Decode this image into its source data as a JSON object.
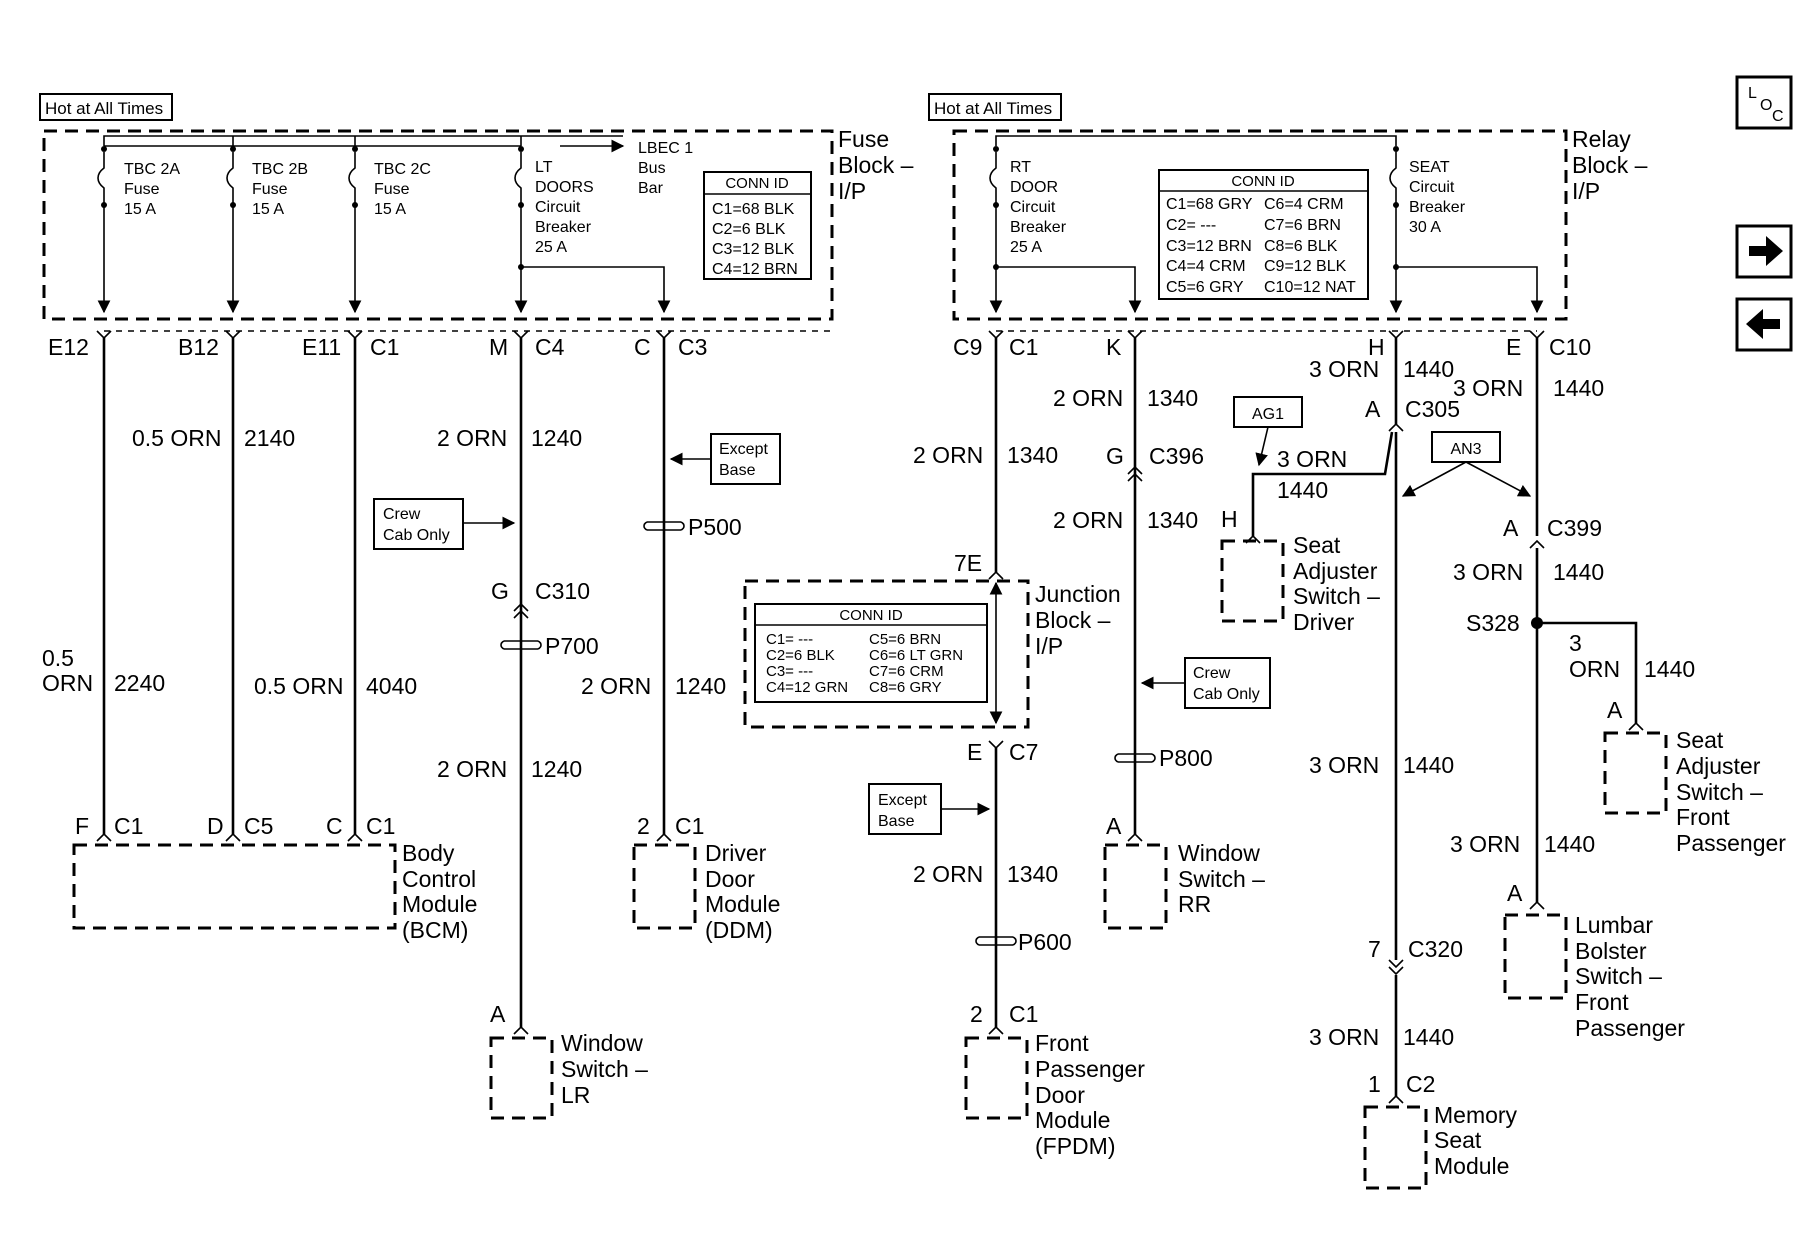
{
  "diagram": {
    "hot_label": "Hot at All Times",
    "fuse_block_label": [
      "Fuse",
      "Block –",
      "I/P"
    ],
    "relay_block_label": [
      "Relay",
      "Block –",
      "I/P"
    ],
    "junction_block_label": [
      "Junction",
      "Block –",
      "I/P"
    ],
    "fuses": [
      {
        "lines": [
          "TBC 2A",
          "Fuse",
          "15 A"
        ]
      },
      {
        "lines": [
          "TBC 2B",
          "Fuse",
          "15 A"
        ]
      },
      {
        "lines": [
          "TBC 2C",
          "Fuse",
          "15 A"
        ]
      }
    ],
    "lt_breaker": [
      "LT",
      "DOORS",
      "Circuit",
      "Breaker",
      "25 A"
    ],
    "lbec": [
      "LBEC 1",
      "Bus",
      "Bar"
    ],
    "rt_breaker": [
      "RT",
      "DOOR",
      "Circuit",
      "Breaker",
      "25 A"
    ],
    "seat_breaker": [
      "SEAT",
      "Circuit",
      "Breaker",
      "30 A"
    ],
    "conn_fuse": {
      "title": "CONN ID",
      "rows": [
        "C1=68 BLK",
        "C2=6 BLK",
        "C3=12 BLK",
        "C4=12 BRN"
      ]
    },
    "conn_relay": {
      "title": "CONN ID",
      "left": [
        "C1=68 GRY",
        "C2= ---",
        "C3=12 BRN",
        "C4=4 CRM",
        "C5=6 GRY"
      ],
      "right": [
        "C6=4 CRM",
        "C7=6 BRN",
        "C8=6 BLK",
        "C9=12 BLK",
        "C10=12 NAT"
      ]
    },
    "conn_junction": {
      "title": "CONN ID",
      "left": [
        "C1= ---",
        "C2=6 BLK",
        "C3= ---",
        "C4=12 GRN"
      ],
      "right": [
        "C5=6 BRN",
        "C6=6 LT GRN",
        "C7=6 CRM",
        "C8=6 GRY"
      ]
    },
    "top_pins": {
      "e12": "E12",
      "b12": "B12",
      "e11": "E11",
      "c1a": "C1",
      "m": "M",
      "c4": "C4",
      "c": "C",
      "c3": "C3",
      "c9": "C9",
      "c1b": "C1",
      "k": "K",
      "h": "H",
      "e": "E",
      "c10": "C10"
    },
    "wires": {
      "bcm_f_gauge": [
        "0.5",
        "ORN"
      ],
      "bcm_f_circuit": "2240",
      "b12_gauge": "0.5 ORN",
      "b12_circuit": "2140",
      "c_gauge": "0.5 ORN",
      "c_circuit": "4040",
      "m_gauge_1": "2 ORN",
      "m_circuit_1": "1240",
      "m_gauge_2": "2 ORN",
      "m_circuit_2": "1240",
      "c3_gauge": "2 ORN",
      "c3_circuit": "1240",
      "rt_gauge_1": "2 ORN",
      "rt_circuit_1": "1340",
      "rt_gauge_2": "2 ORN",
      "rt_circuit_2": "1340",
      "k_gauge_1": "2 ORN",
      "k_circuit_1": "1340",
      "k_gauge_2": "2 ORN",
      "k_circuit_2": "1340",
      "h_gauge_1": "3 ORN",
      "h_circuit_1": "1440",
      "h_gauge_2": "3 ORN",
      "h_circuit_2": "1440",
      "h_gauge_3": "3 ORN",
      "h_circuit_3": "1440",
      "h_gauge_4": "3 ORN",
      "h_circuit_4": "1440",
      "e_gauge_1": "3 ORN",
      "e_circuit_1": "1440",
      "e_gauge_2": "3 ORN",
      "e_circuit_2": "1440",
      "e_gauge_3": "3 ORN",
      "e_circuit_3": "1440",
      "s328_gauge": [
        "3",
        "ORN"
      ],
      "s328_circuit": "1440"
    },
    "connectors": {
      "g": "G",
      "c310": "C310",
      "p700": "P700",
      "p500": "P500",
      "e7": "7E",
      "e_pin": "E",
      "c7": "C7",
      "p600": "P600",
      "g2": "G",
      "c396": "C396",
      "p800": "P800",
      "a_c305": "A",
      "c305": "C305",
      "a_c399": "A",
      "c399": "C399",
      "s328": "S328",
      "seven": "7",
      "c320": "C320"
    },
    "options": {
      "crew1": [
        "Crew",
        "Cab Only"
      ],
      "except1": [
        "Except",
        "Base"
      ],
      "except2": [
        "Except",
        "Base"
      ],
      "crew2": [
        "Crew",
        "Cab Only"
      ]
    },
    "refs": {
      "ag1": "AG1",
      "an3": "AN3"
    },
    "components": {
      "bcm": {
        "pins": [
          [
            "F",
            "C1"
          ],
          [
            "D",
            "C5"
          ],
          [
            "C",
            "C1"
          ]
        ],
        "name": [
          "Body",
          "Control",
          "Module",
          "(BCM)"
        ]
      },
      "ddm": {
        "pin": [
          "2",
          "C1"
        ],
        "name": [
          "Driver",
          "Door",
          "Module",
          "(DDM)"
        ]
      },
      "lr": {
        "pin": "A",
        "name": [
          "Window",
          "Switch –",
          "LR"
        ]
      },
      "fpdm": {
        "pin": [
          "2",
          "C1"
        ],
        "name": [
          "Front",
          "Passenger",
          "Door",
          "Module",
          "(FPDM)"
        ]
      },
      "rr": {
        "pin": "A",
        "name": [
          "Window",
          "Switch –",
          "RR"
        ]
      },
      "seat_driver": {
        "pin": "H",
        "name": [
          "Seat",
          "Adjuster",
          "Switch –",
          "Driver"
        ]
      },
      "seat_passenger": {
        "pin": "A",
        "name": [
          "Seat",
          "Adjuster",
          "Switch –",
          "Front",
          "Passenger"
        ]
      },
      "lumbar": {
        "pin": "A",
        "name": [
          "Lumbar",
          "Bolster",
          "Switch –",
          "Front",
          "Passenger"
        ]
      },
      "memory": {
        "pin": [
          "1",
          "C2"
        ],
        "name": [
          "Memory",
          "Seat",
          "Module"
        ]
      }
    }
  },
  "nav": {
    "loc": [
      "L",
      "O",
      "C"
    ],
    "next_icon": "right-arrow-icon",
    "prev_icon": "left-arrow-icon"
  }
}
